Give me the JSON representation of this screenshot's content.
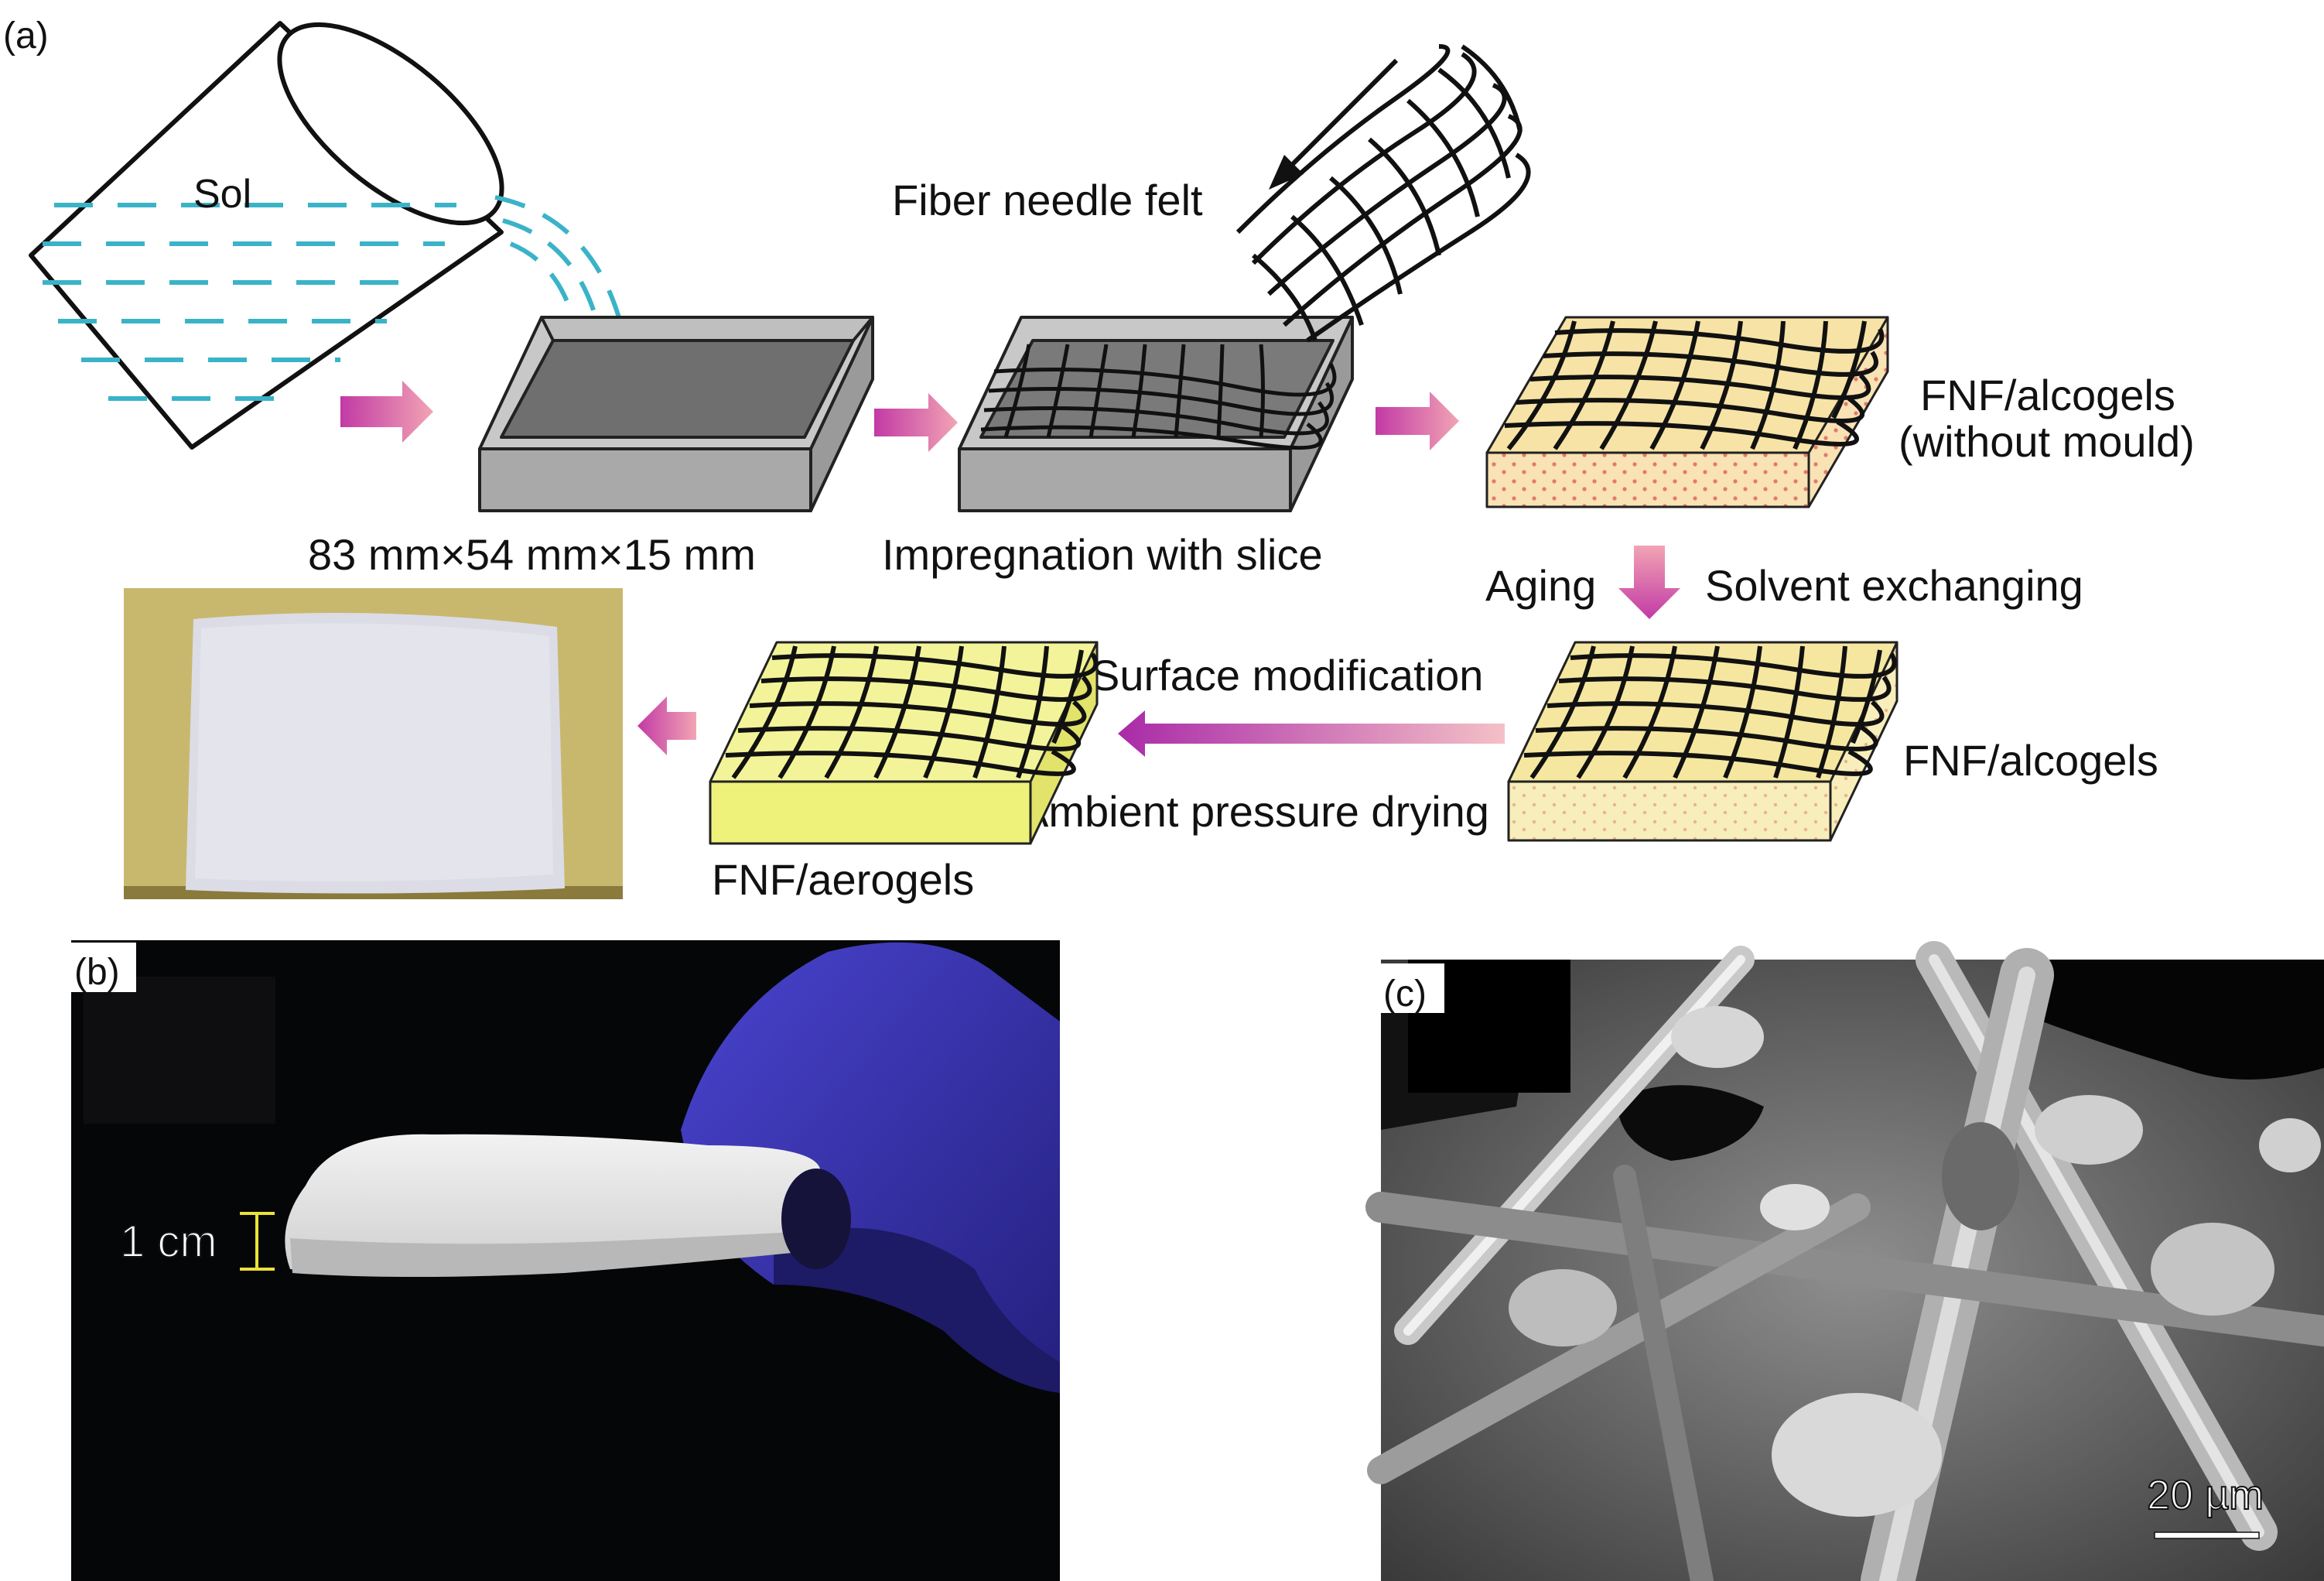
{
  "panel_a": {
    "label": "(a)",
    "sol_label": "Sol",
    "fiber_label": "Fiber needle felt",
    "mould_size": "83 mm×54 mm×15 mm",
    "impregnation": "Impregnation with slice",
    "alcogel_nomould_line1": "FNF/alcogels",
    "alcogel_nomould_line2": "(without mould)",
    "aging": "Aging",
    "solvent": "Solvent exchanging",
    "alcogels": "FNF/alcogels",
    "surface_mod": "Surface modification",
    "drying": "Ambient pressure drying",
    "aerogels": "FNF/aerogels"
  },
  "panel_b": {
    "label": "(b)",
    "thickness": "1 cm"
  },
  "panel_c": {
    "label": "(c)",
    "scale": "20 µm"
  },
  "colors": {
    "sol_blue": "#3ab3c8",
    "arrow_magenta": "#c0399f",
    "mould_grey": "#aeaeae",
    "alcogel_beige": "#f7e3a6",
    "aerogel_yellow": "#f1f27a",
    "glove_blue": "#3a33b8"
  }
}
